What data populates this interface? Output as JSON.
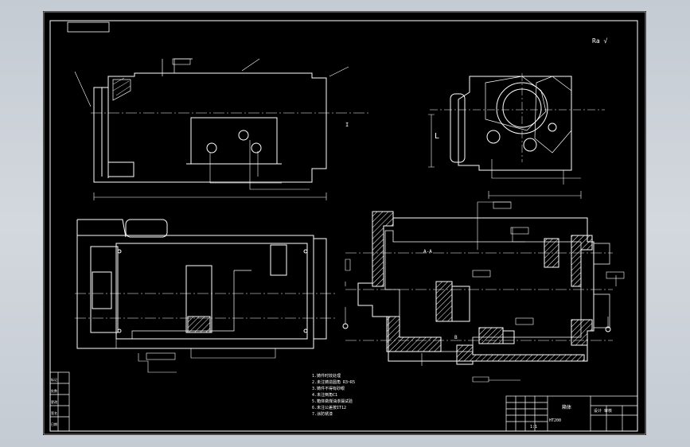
{
  "roughness_mark": "Ra √",
  "view_labels": {
    "section_a": "A-A",
    "section_b": "B",
    "dim_l": "L",
    "dim_i": "I"
  },
  "tech_notes": [
    "1.铸件时效处理",
    "2.未注铸造圆角    R3~R5",
    "3.铸件不得有砂眼",
    "4.未注倒角C1",
    "5.箱体做煤油渗漏试验",
    "6.未注公差按IT12",
    "7.涂防锈漆"
  ],
  "title_block": {
    "part_name": "箱体",
    "material": "HT200",
    "scale": "1:1",
    "school": "设计 审核"
  },
  "left_strip": [
    "标记",
    "处数",
    "更改",
    "签名",
    "日期"
  ],
  "colors": {
    "background": "#000000",
    "line": "#ffffff",
    "frame_bg": "#c5cbd3"
  }
}
